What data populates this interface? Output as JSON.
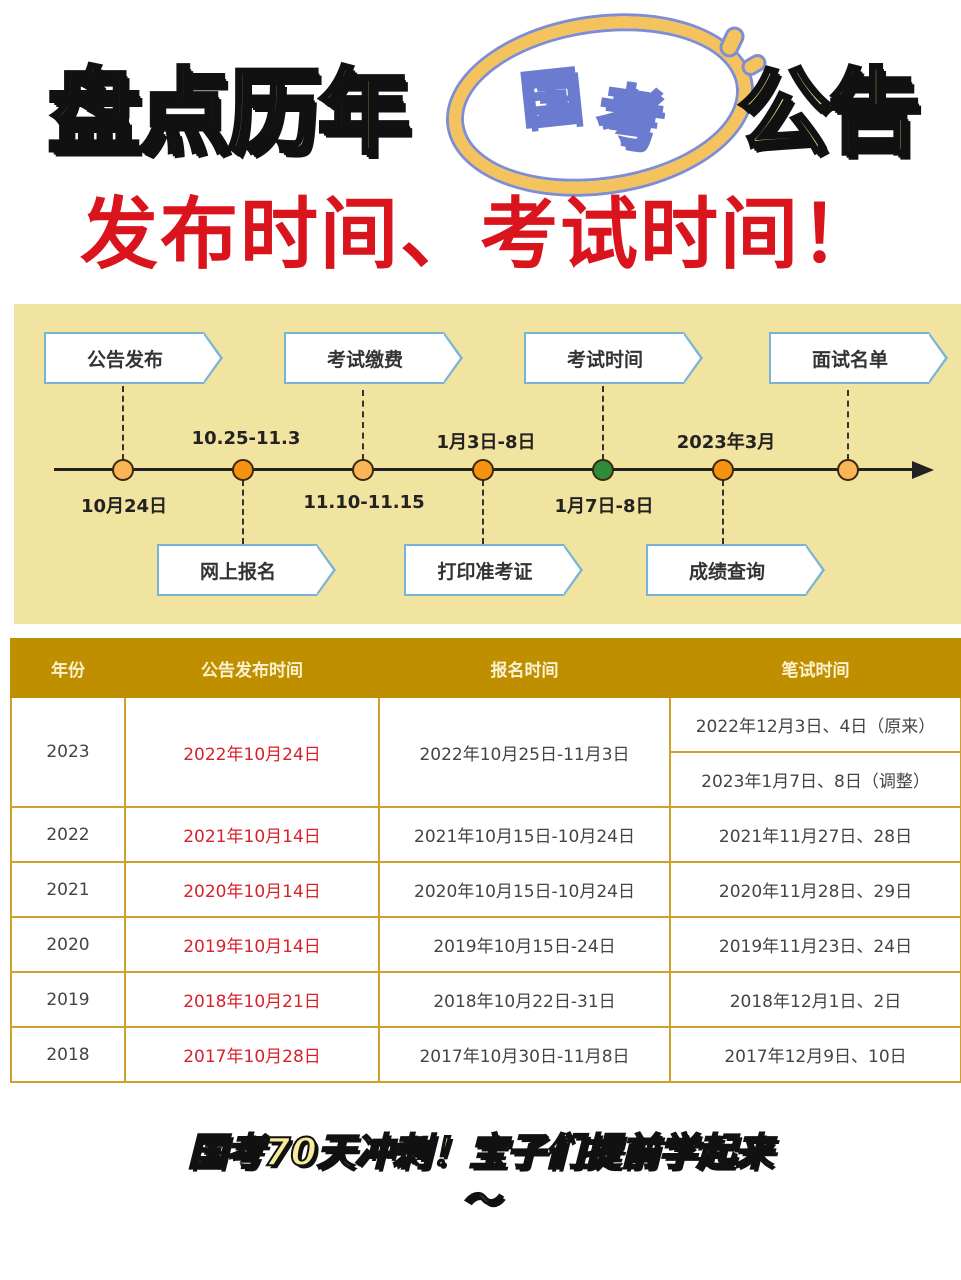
{
  "header": {
    "title_left": "盘点历年",
    "badge_char1": "国",
    "badge_char2": "考",
    "title_right": "公告",
    "subtitle": "发布时间、考试时间！"
  },
  "timeline": {
    "top_boxes": [
      {
        "label": "公告发布"
      },
      {
        "label": "考试缴费"
      },
      {
        "label": "考试时间"
      },
      {
        "label": "面试名单"
      }
    ],
    "bottom_boxes": [
      {
        "label": "网上报名"
      },
      {
        "label": "打印准考证"
      },
      {
        "label": "成绩查询"
      }
    ],
    "above_labels": [
      "10.25-11.3",
      "1月3日-8日",
      "2023年3月"
    ],
    "below_labels": [
      "10月24日",
      "11.10-11.15",
      "1月7日-8日"
    ],
    "colors": {
      "light_dot": "#f9b556",
      "dark_dot": "#f7930f",
      "green_dot": "#2f8a3c",
      "background": "#f1e3a0",
      "box_border": "#79b4d8"
    }
  },
  "table": {
    "headers": [
      "年份",
      "公告发布时间",
      "报名时间",
      "笔试时间"
    ],
    "rows": [
      {
        "year": "2023",
        "announce": "2022年10月24日",
        "register": "2022年10月25日-11月3日",
        "exam": [
          "2022年12月3日、4日（原来）",
          "2023年1月7日、8日（调整）"
        ]
      },
      {
        "year": "2022",
        "announce": "2021年10月14日",
        "register": "2021年10月15日-10月24日",
        "exam": [
          "2021年11月27日、28日"
        ]
      },
      {
        "year": "2021",
        "announce": "2020年10月14日",
        "register": "2020年10月15日-10月24日",
        "exam": [
          "2020年11月28日、29日"
        ]
      },
      {
        "year": "2020",
        "announce": "2019年10月14日",
        "register": "2019年10月15日-24日",
        "exam": [
          "2019年11月23日、24日"
        ]
      },
      {
        "year": "2019",
        "announce": "2018年10月21日",
        "register": "2018年10月22日-31日",
        "exam": [
          "2018年12月1日、2日"
        ]
      },
      {
        "year": "2018",
        "announce": "2017年10月28日",
        "register": "2017年10月30日-11月8日",
        "exam": [
          "2017年12月9日、10日"
        ]
      }
    ],
    "colors": {
      "header_bg": "#c08f00",
      "border": "#cfa12a",
      "announce_text": "#d7212b"
    }
  },
  "footer": {
    "line1": "国考70天冲刺！宝子们提前学起来",
    "line2": "～"
  }
}
